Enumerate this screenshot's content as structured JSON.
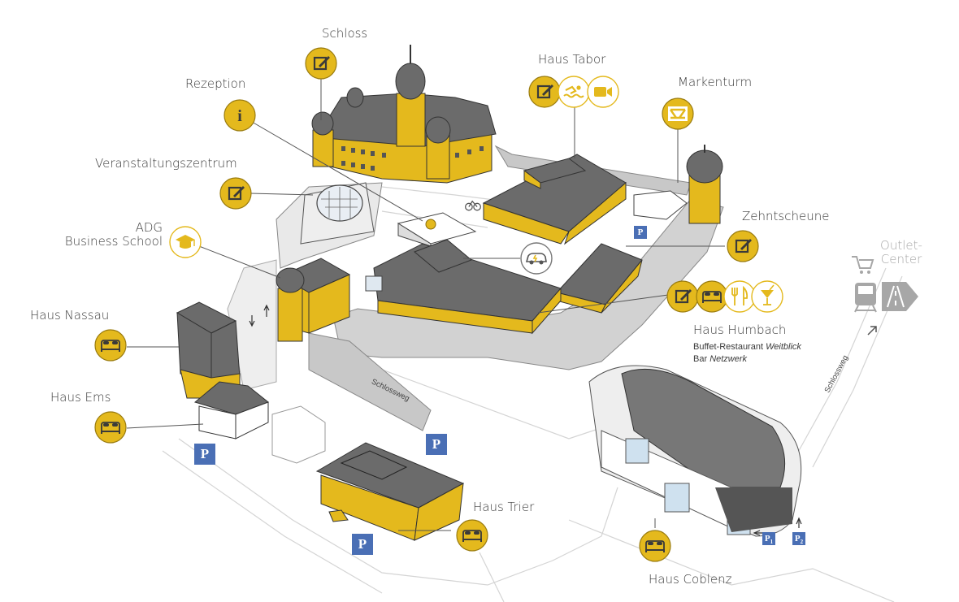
{
  "colors": {
    "accent": "#e4b91d",
    "building_roof": "#6b6b6b",
    "wall": "#c9c9c9",
    "parking": "#4a6fb5",
    "text": "#3a3a3a",
    "muted": "#a7a7a7"
  },
  "labels": {
    "schloss": "Schloss",
    "rezeption": "Rezeption",
    "veranstaltungszentrum": "Veranstaltungszentrum",
    "adg_line1": "ADG",
    "adg_line2": "Business School",
    "haus_nassau": "Haus Nassau",
    "haus_ems": "Haus Ems",
    "haus_tabor": "Haus Tabor",
    "markenturm": "Markenturm",
    "zehntscheune": "Zehntscheune",
    "haus_humbach": "Haus Humbach",
    "humbach_sub1_prefix": "Buffet-Restaurant ",
    "humbach_sub1_italic": "Weitblick",
    "humbach_sub2_prefix": "Bar ",
    "humbach_sub2_italic": "Netzwerk",
    "haus_trier": "Haus Trier",
    "haus_coblenz": "Haus Coblenz",
    "outlet_line1": "Outlet-",
    "outlet_line2": "Center",
    "street1": "Schlossweg",
    "street2": "Schlossweg",
    "parking": "P",
    "parking_p1": "P",
    "parking_p1_sub": "1",
    "parking_p2": "P",
    "parking_p2_sub": "2",
    "info_glyph": "i"
  },
  "icons": {
    "schloss": [
      "edit-icon"
    ],
    "rezeption": [
      "info-icon"
    ],
    "veranstaltungszentrum": [
      "edit-icon"
    ],
    "adg": [
      "graduation-cap-icon"
    ],
    "haus_nassau": [
      "bed-icon"
    ],
    "haus_ems": [
      "bed-icon"
    ],
    "haus_tabor": [
      "edit-icon",
      "swimming-icon",
      "video-camera-icon"
    ],
    "markenturm": [
      "brand-logo-icon"
    ],
    "zehntscheune": [
      "edit-icon"
    ],
    "haus_humbach": [
      "edit-icon",
      "bed-icon",
      "cutlery-icon",
      "cocktail-icon"
    ],
    "haus_trier": [
      "bed-icon"
    ],
    "haus_coblenz": [
      "bed-icon"
    ],
    "outlet": [
      "shopping-cart-icon",
      "train-icon",
      "highway-icon"
    ],
    "mobility": [
      "e-car-icon",
      "bicycle-icon"
    ]
  }
}
